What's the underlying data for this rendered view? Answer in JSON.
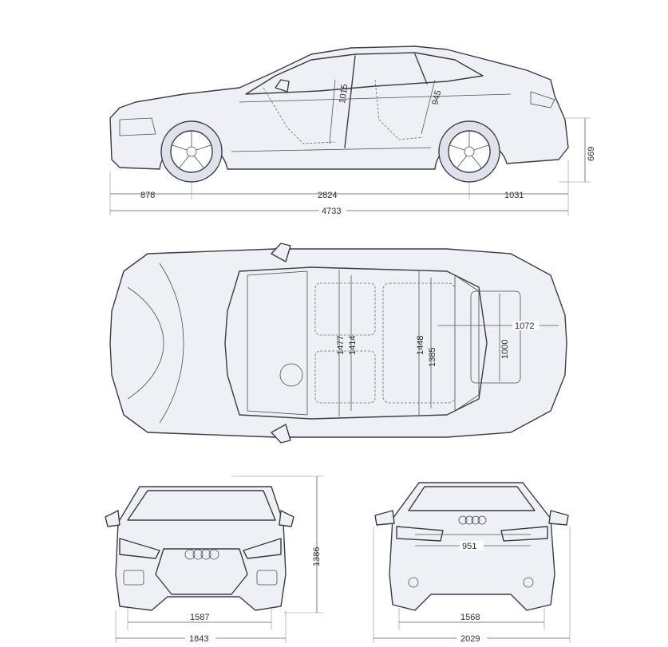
{
  "side_view": {
    "front_overhang": "878",
    "wheelbase": "2824",
    "rear_overhang": "1031",
    "overall_length": "4733",
    "ground_clearance_label": "669",
    "front_headroom": "1015",
    "rear_headroom": "945"
  },
  "top_view": {
    "front_shoulder_width": "1477",
    "front_elbow_width": "1414",
    "rear_shoulder_width": "1448",
    "rear_elbow_width": "1385",
    "trunk_length": "1072",
    "trunk_width": "1000"
  },
  "front_view": {
    "track_front": "1587",
    "overall_width": "1843",
    "height": "1386"
  },
  "rear_view": {
    "trunk_opening_width": "951",
    "track_rear": "1568",
    "width_with_mirrors": "2029"
  },
  "colors": {
    "line": "#3a3d45",
    "fill": "#eef0f5"
  }
}
